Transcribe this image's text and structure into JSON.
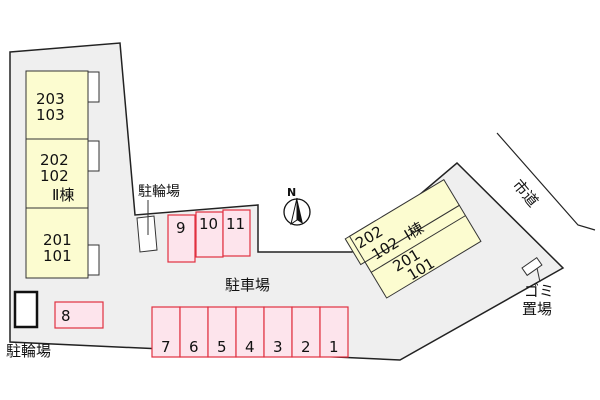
{
  "building_2": {
    "units": [
      [
        "203",
        "103"
      ],
      [
        "202",
        "102"
      ],
      [
        "201",
        "101"
      ]
    ],
    "label": "Ⅱ棟"
  },
  "building_1": {
    "units": [
      [
        "202",
        "102"
      ],
      [
        "201",
        "101"
      ]
    ],
    "label": "Ⅰ棟"
  },
  "bicycle_parking_1": "駐輪場",
  "bicycle_parking_2": "駐輪場",
  "car_parking": "駐車場",
  "parking_spaces_top": [
    "9",
    "10",
    "11"
  ],
  "parking_space_left": "8",
  "parking_spaces_bottom": [
    "7",
    "6",
    "5",
    "4",
    "3",
    "2",
    "1"
  ],
  "road": "市道",
  "garbage": [
    "ゴミ",
    "置場"
  ],
  "compass": "N",
  "colors": {
    "building": "#fcfcd0",
    "parking": "#fde4ec",
    "parking_border": "#e03040",
    "site": "#efefef"
  }
}
